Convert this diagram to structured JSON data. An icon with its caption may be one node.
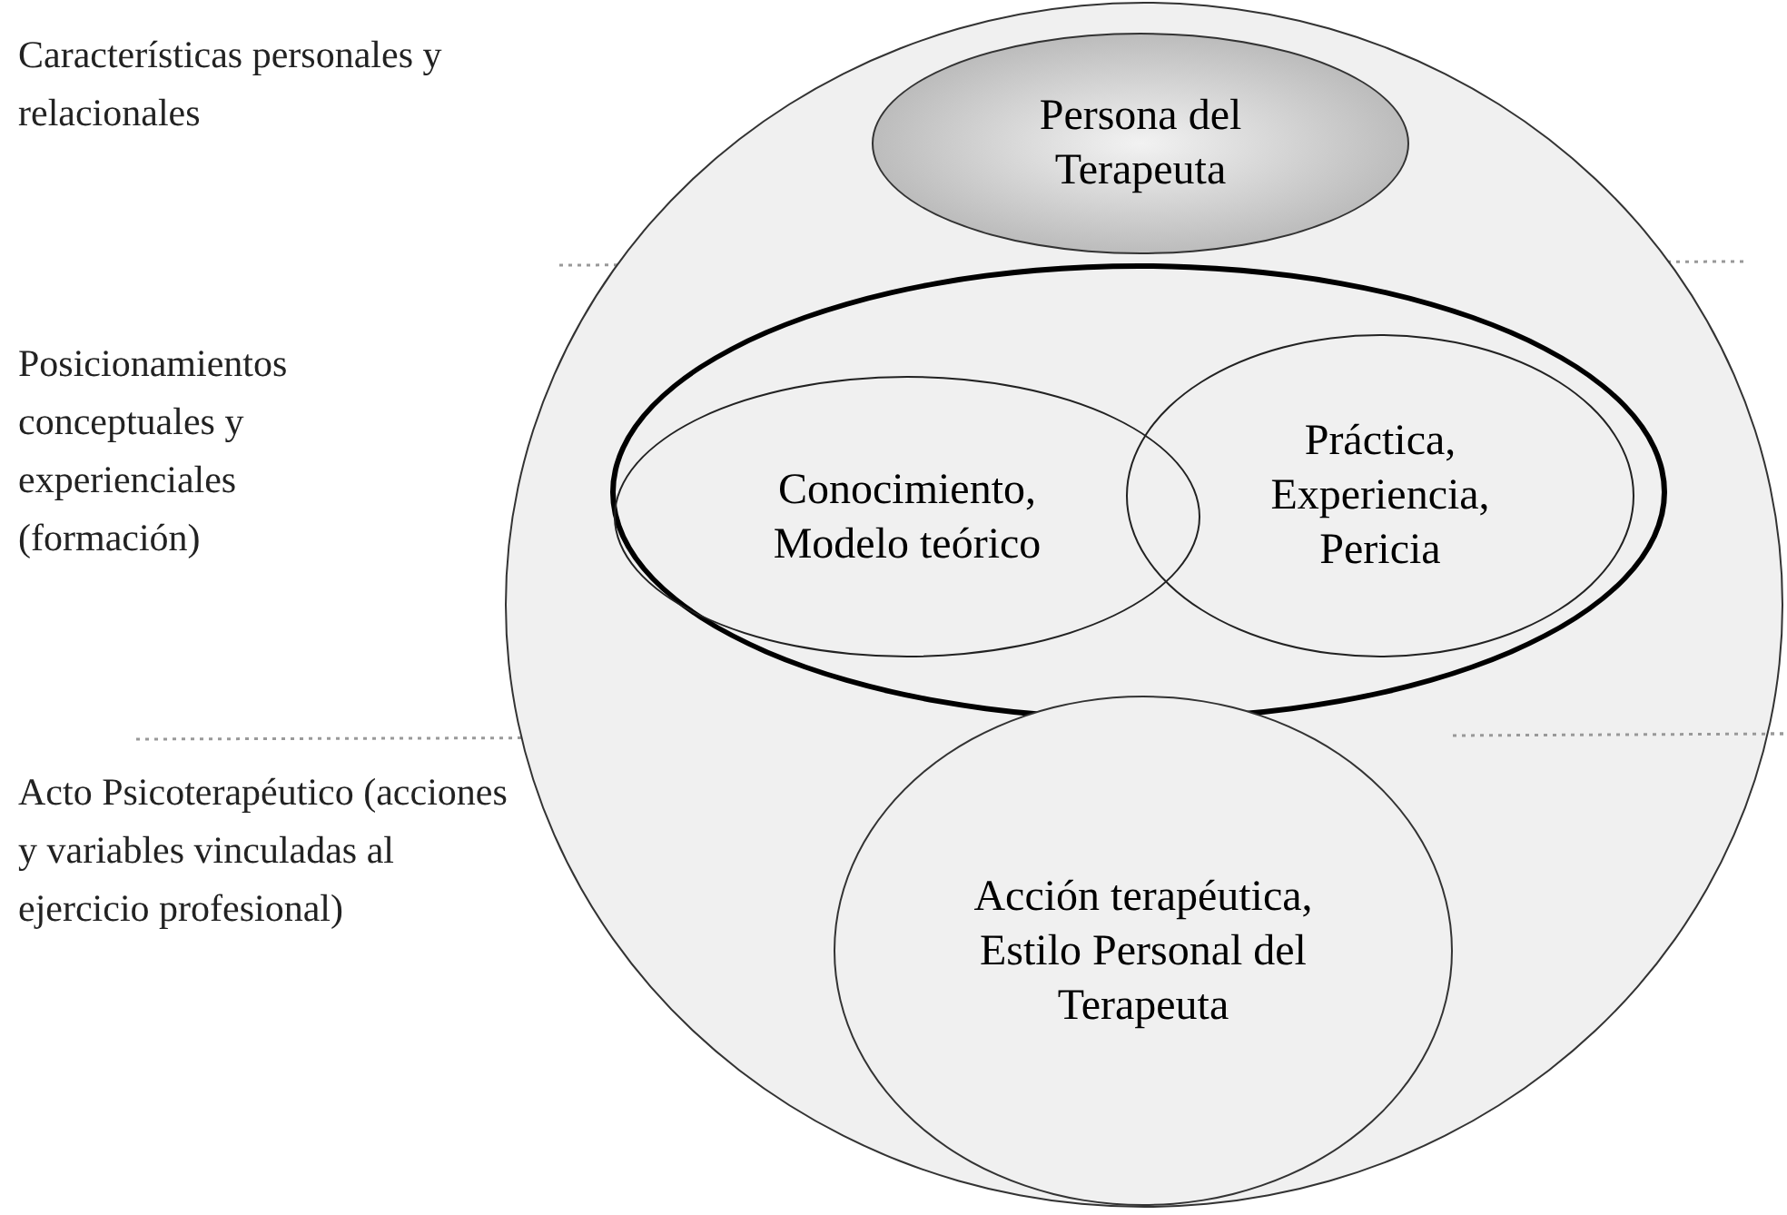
{
  "diagram": {
    "nodes": [
      {
        "text": [],
        "shape": "ellipse"
      },
      {
        "text": [
          "Persona del Terapeuta"
        ],
        "in": 0
      },
      {
        "text": [],
        "shape": "ellipse",
        "in": 0
      },
      {
        "text": [
          "Conocimiento, Modelo teórico"
        ],
        "in": 2
      },
      {
        "text": [
          "Práctica, Experiencia, Pericia"
        ],
        "in": 2
      },
      {
        "text": [
          "Acción terapéutica, Estilo Personal del Terapeuta"
        ],
        "in": 0
      }
    ],
    "labels": [
      "Características personales y relacionales",
      "Posicionamientos conceptuales y experienciales (formación)",
      "Acto Psicoterapéutico (acciones y variables vinculadas al ejercicio profesional)"
    ]
  }
}
